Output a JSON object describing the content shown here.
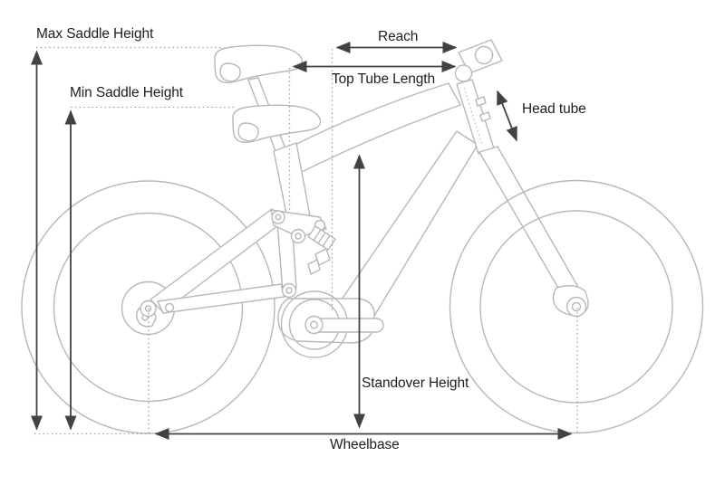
{
  "diagram": {
    "type": "bicycle-geometry-diagram",
    "subject": "full-suspension electric bike side view line drawing",
    "measurements": {
      "max_saddle_height": {
        "label": "Max Saddle Height",
        "orientation": "vertical"
      },
      "min_saddle_height": {
        "label": "Min Saddle Height",
        "orientation": "vertical"
      },
      "reach": {
        "label": "Reach",
        "orientation": "horizontal"
      },
      "top_tube_length": {
        "label": "Top Tube Length",
        "orientation": "horizontal"
      },
      "head_tube": {
        "label": "Head tube",
        "orientation": "diagonal"
      },
      "standover_height": {
        "label": "Standover Height",
        "orientation": "vertical"
      },
      "wheelbase": {
        "label": "Wheelbase",
        "orientation": "horizontal"
      }
    },
    "colors": {
      "background": "#ffffff",
      "bike_outline": "#b8b8b8",
      "dimension_arrow": "#424242",
      "dotted_guide": "#a0a0a0",
      "label_text": "#1e1e1e"
    }
  }
}
